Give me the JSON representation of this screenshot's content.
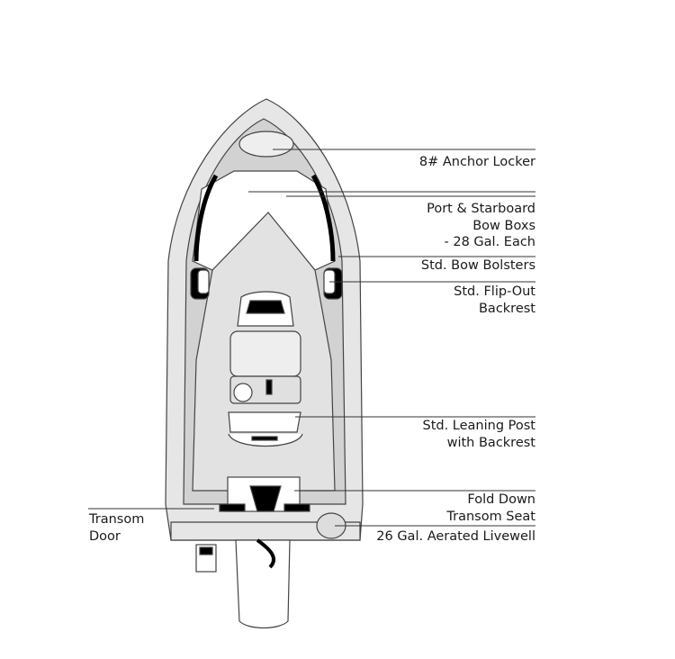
{
  "diagram": {
    "callouts": [
      {
        "id": "anchor-locker",
        "lines": [
          "8# Anchor Locker"
        ]
      },
      {
        "id": "bow-boxes",
        "lines": [
          "Port & Starboard",
          "Bow Boxs",
          "- 28 Gal. Each"
        ]
      },
      {
        "id": "bow-bolsters",
        "lines": [
          "Std. Bow Bolsters"
        ]
      },
      {
        "id": "flip-out-backrest",
        "lines": [
          "Std. Flip-Out",
          "Backrest"
        ]
      },
      {
        "id": "leaning-post",
        "lines": [
          "Std. Leaning Post",
          "with Backrest"
        ]
      },
      {
        "id": "transom-seat",
        "lines": [
          "Fold Down",
          "Transom Seat"
        ]
      },
      {
        "id": "livewell",
        "lines": [
          "26 Gal. Aerated Livewell"
        ]
      },
      {
        "id": "transom-door",
        "lines": [
          "Transom",
          "Door"
        ]
      }
    ],
    "colors": {
      "hull": "#e6e6e6",
      "deck": "#dcdcdc",
      "gunwale": "#c8c8c8",
      "line": "#333333",
      "cushion": "#000000"
    }
  }
}
